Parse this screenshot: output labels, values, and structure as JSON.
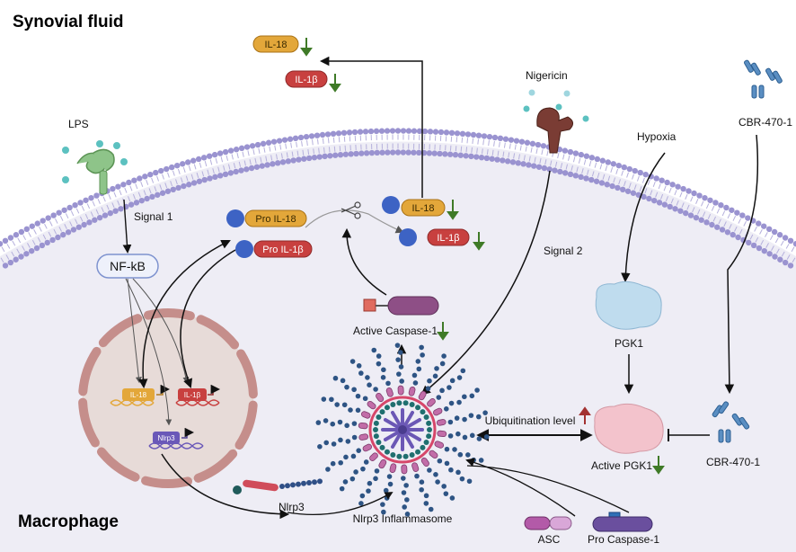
{
  "regions": {
    "outside": "Synovial fluid",
    "inside": "Macrophage"
  },
  "stimuli": {
    "lps": "LPS",
    "nigericin": "Nigericin",
    "hypoxia": "Hypoxia",
    "cbr_top": "CBR-470-1",
    "cbr_right": "CBR-470-1"
  },
  "signals": {
    "signal1": "Signal 1",
    "signal2": "Signal 2"
  },
  "nodes": {
    "nfkb": "NF-kB",
    "pro_il18": "Pro IL-18",
    "pro_il1b": "Pro IL-1β",
    "il18_mature": "IL-18",
    "il1b_mature": "IL-1β",
    "il18_secreted": "IL-18",
    "il1b_secreted": "IL-1β",
    "active_caspase": "Active Caspase-1",
    "pgk1": "PGK1",
    "active_pgk1": "Active PGK1",
    "ubiquitination": "Ubiquitination level",
    "nlrp3_protein": "Nlrp3",
    "inflammasome": "Nlrp3 Inflammasome",
    "asc": "ASC",
    "pro_caspase": "Pro Caspase-1"
  },
  "genes": {
    "il18": "IL-18",
    "il1b": "IL-1β",
    "nlrp3": "Nlrp3"
  },
  "colors": {
    "membrane_head": "#9a93d0",
    "cytoplasm": "#eeedf5",
    "il18": "#e3a73a",
    "il1b": "#c8403f",
    "blue_domain": "#3d63c4",
    "caspase": "#8e4f86",
    "pgk1": "#bfdcee",
    "active_pgk1": "#f3c3cc",
    "nucleus": "#e7dbd8",
    "down_arrow": "#3f7a27",
    "up_arrow": "#a33232"
  }
}
